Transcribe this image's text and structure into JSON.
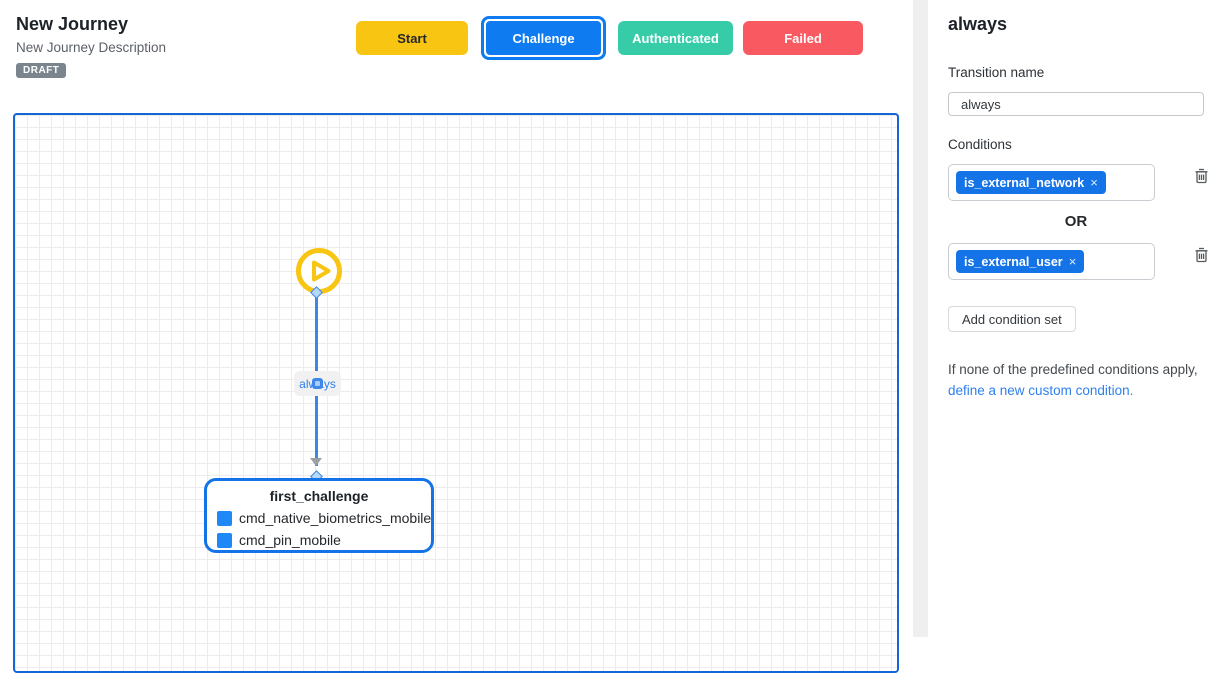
{
  "header": {
    "title": "New Journey",
    "subtitle": "New Journey Description",
    "status_badge": "DRAFT",
    "buttons": [
      {
        "label": "Start",
        "color": "#F8C513"
      },
      {
        "label": "Challenge",
        "color": "#0E7BF0",
        "selected": true
      },
      {
        "label": "Authenticated",
        "color": "#37CCA8"
      },
      {
        "label": "Failed",
        "color": "#F95A62"
      }
    ]
  },
  "canvas": {
    "start_node_icon": "play-icon",
    "edge": {
      "label": "always"
    },
    "challenge_node": {
      "title": "first_challenge",
      "items": [
        {
          "label": "cmd_native_biometrics_mobile"
        },
        {
          "label": "cmd_pin_mobile"
        }
      ]
    }
  },
  "panel": {
    "title": "always",
    "transition_name_label": "Transition name",
    "transition_name_value": "always",
    "conditions_label": "Conditions",
    "condition_sets": [
      {
        "chips": [
          {
            "label": "is_external_network"
          }
        ]
      },
      {
        "chips": [
          {
            "label": "is_external_user"
          }
        ]
      }
    ],
    "or_label": "OR",
    "chip_remove_glyph": "×",
    "add_condition_set_label": "Add condition set",
    "footer_text": "If none of the predefined conditions apply, ",
    "footer_link": "define a new custom condition."
  },
  "colors": {
    "accent_blue": "#0E7BF0",
    "chip_blue": "#1473E6",
    "node_border_blue": "#1473E6",
    "canvas_border_blue": "#1565D8",
    "edge_blue": "#3D87E4",
    "start_yellow": "#F8C513",
    "authenticated_teal": "#37CCA8",
    "failed_red": "#F95A62",
    "draft_gray": "#7B858E"
  }
}
